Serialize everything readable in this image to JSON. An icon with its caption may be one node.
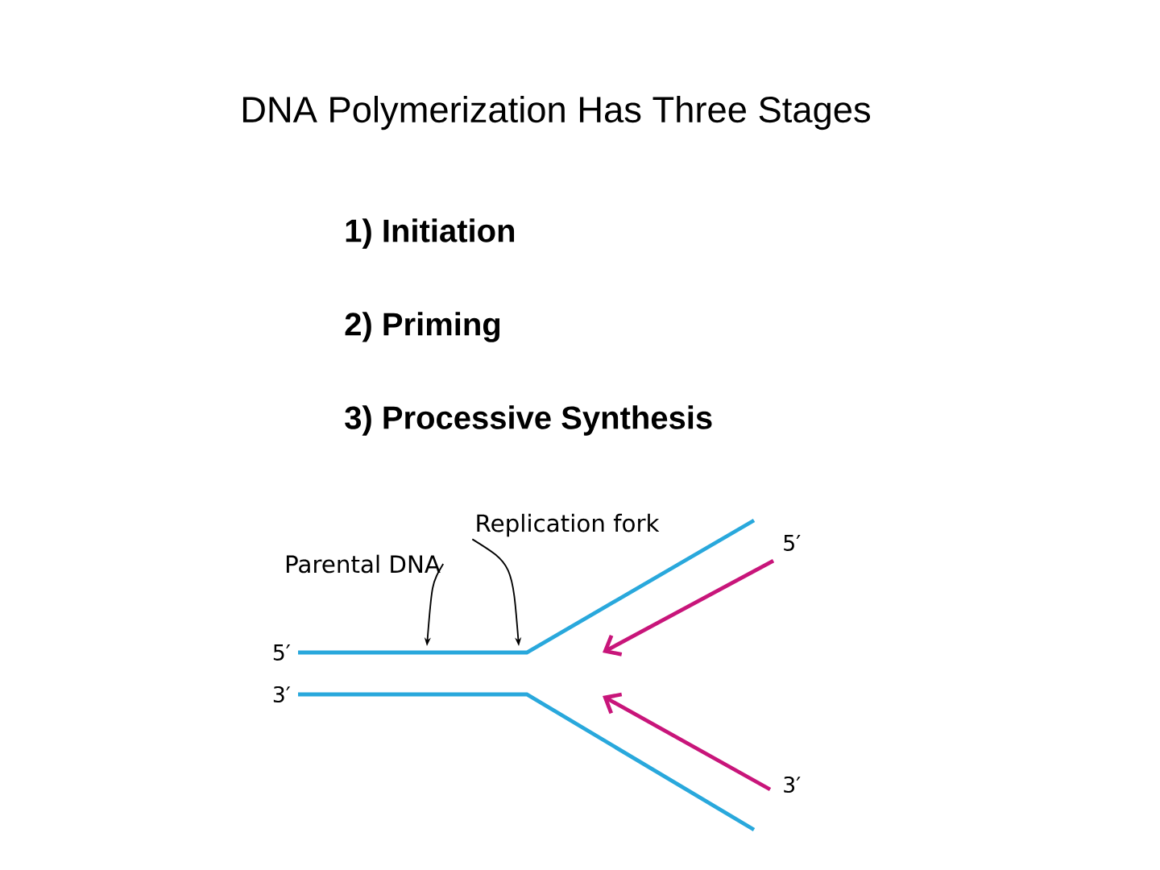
{
  "diagram": {
    "title": "DNA Polymerization Has Three Stages",
    "nodes": [
      {
        "text": [
          "Parental DNA"
        ]
      },
      {
        "text": [
          "Replication fork"
        ]
      }
    ],
    "edges": [
      {
        "from": 0,
        "to": null,
        "arrow": "to"
      },
      {
        "from": 1,
        "to": null,
        "arrow": "to"
      }
    ],
    "labels": [
      "1) Initiation",
      "2) Priming",
      "3) Processive Synthesis",
      "5′",
      "5′",
      "3′",
      "3′"
    ]
  }
}
